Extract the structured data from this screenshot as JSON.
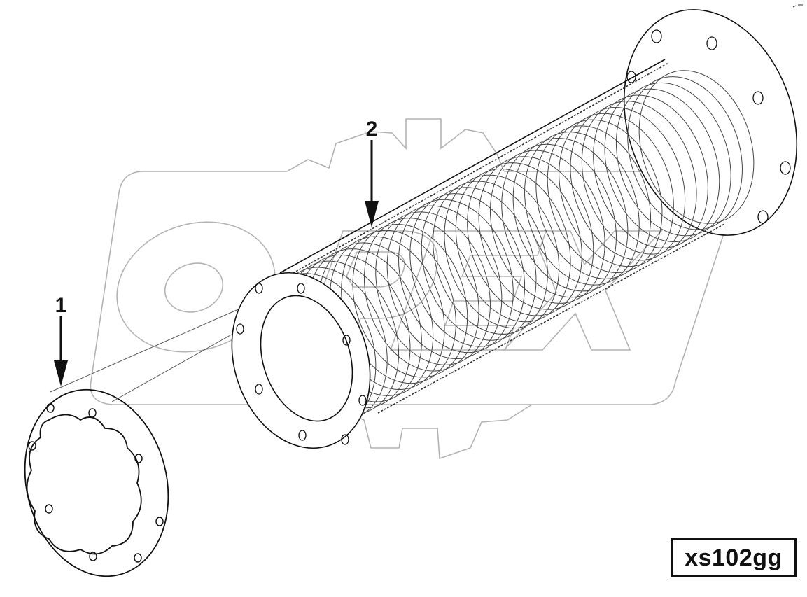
{
  "diagram": {
    "callouts": [
      {
        "label": "1"
      },
      {
        "label": "2"
      }
    ],
    "reference_code": "xs102gg",
    "watermark_text": "OPEX",
    "colors": {
      "line": "#111111",
      "watermark": "#b3b3b3",
      "hatch": "#333333"
    }
  }
}
